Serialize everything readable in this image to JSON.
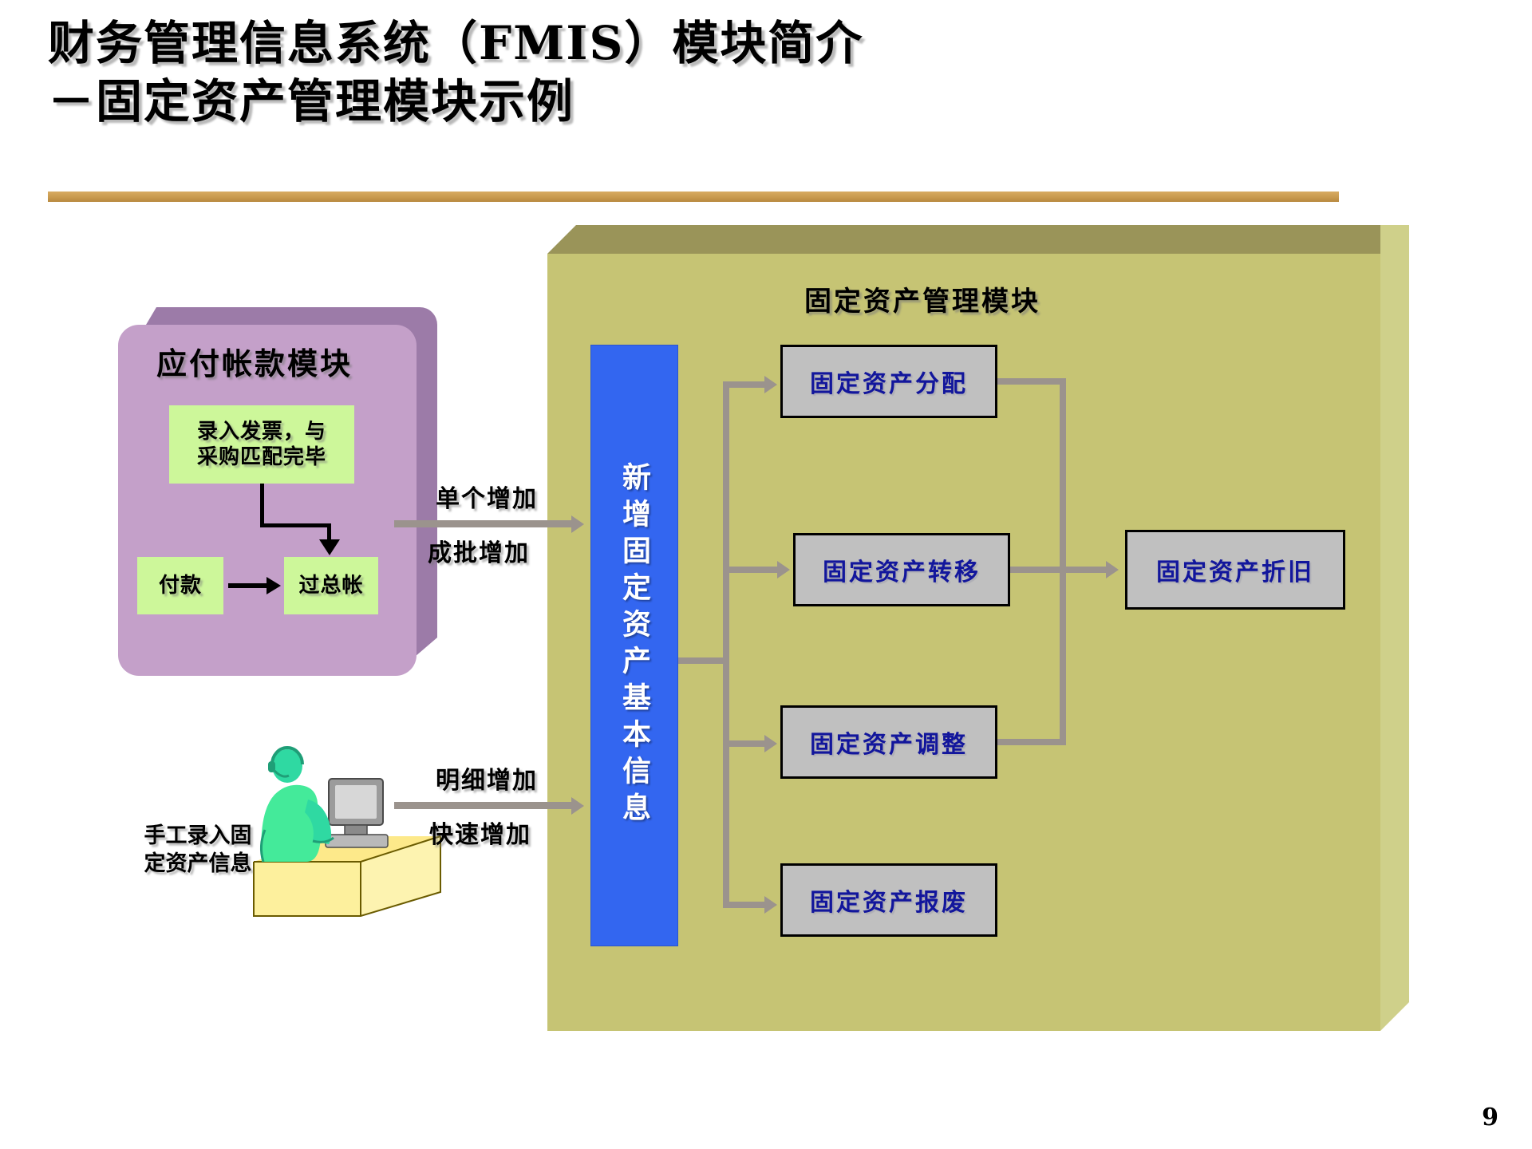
{
  "slide": {
    "title_line1": "财务管理信息系统（FMIS）模块简介",
    "title_line2": "－固定资产管理模块示例",
    "page_number": "9",
    "accent_rule_color": "#c99a4e"
  },
  "ap_module": {
    "heading": "应付帐款模块",
    "fill_color": "#c4a0c9",
    "boxes": [
      {
        "id": "invoice",
        "label": "录入发票，与\n采购匹配完毕"
      },
      {
        "id": "payment",
        "label": "付款"
      },
      {
        "id": "ledger",
        "label": "过总帐"
      }
    ],
    "box_labels": {
      "invoice_l1": "录入发票，与",
      "invoice_l2": "采购匹配完毕",
      "payment": "付款",
      "ledger": "过总帐"
    }
  },
  "fa_module": {
    "heading": "固定资产管理模块",
    "fill_color": "#c6c474",
    "entry_bar": {
      "label": "新增固定资产基本信息",
      "color": "#3366f0",
      "text_color": "#ffffff"
    },
    "processes": [
      {
        "id": "alloc",
        "label": "固定资产分配"
      },
      {
        "id": "move",
        "label": "固定资产转移"
      },
      {
        "id": "adjust",
        "label": "固定资产调整"
      },
      {
        "id": "scrap",
        "label": "固定资产报废"
      },
      {
        "id": "deprec",
        "label": "固定资产折旧"
      }
    ],
    "process_color": "#c0c0c0",
    "process_text_color": "#12169c"
  },
  "flows": {
    "from_ap_top": "单个增加",
    "from_ap_bottom": "成批增加",
    "from_manual_top": "明细增加",
    "from_manual_bottom": "快速增加"
  },
  "manual_entry": {
    "caption_l1": "手工录入固",
    "caption_l2": "定资产信息",
    "icon": "person-at-desk-icon"
  }
}
